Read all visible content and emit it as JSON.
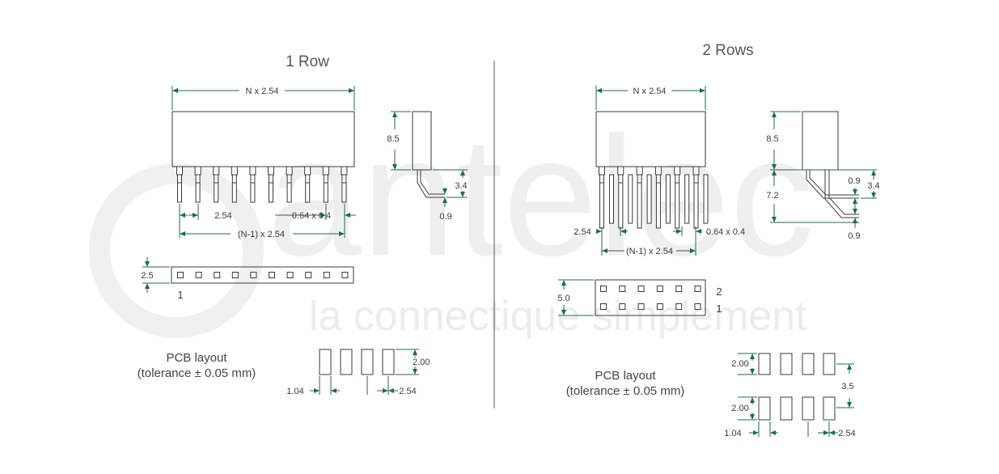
{
  "watermark": {
    "brand": "antelec",
    "tagline": "la connectique simplement"
  },
  "one_row": {
    "title": "1 Row",
    "dims": {
      "width": "N x 2.54",
      "height": "8.5",
      "pin_len": "3.4",
      "pin_off": "0.9",
      "pitch": "2.54",
      "pin_size": "0.64 x 0.4",
      "span": "(N-1) x 2.54",
      "row_h": "2.5"
    },
    "pin1_label": "1",
    "pcb_title_line1": "PCB layout",
    "pcb_title_line2": "(tolerance ± 0.05 mm)",
    "pcb_dims": {
      "pad_h": "2.00",
      "pad_w": "1.04",
      "pitch": "2.54"
    }
  },
  "two_rows": {
    "title": "2 Rows",
    "dims": {
      "width": "N x 2.54",
      "height": "8.5",
      "pin_len": "3.4",
      "pin_off_top": "0.9",
      "lower": "7.2",
      "pin_off_bottom": "0.9",
      "pitch": "2.54",
      "pin_size": "0.64 x 0.4",
      "span": "(N-1) x 2.54",
      "body_h": "5.0"
    },
    "row2_label": "2",
    "row1_label": "1",
    "pcb_title_line1": "PCB layout",
    "pcb_title_line2": "(tolerance ± 0.05 mm)",
    "pcb_dims": {
      "pad_h_top": "2.00",
      "pad_h_bottom": "2.00",
      "row_pitch": "3.5",
      "pad_w": "1.04",
      "pitch": "2.54"
    }
  },
  "colors": {
    "dimension": "#1e6b52",
    "outline": "#3a3a3a",
    "watermark": "#ececec"
  }
}
